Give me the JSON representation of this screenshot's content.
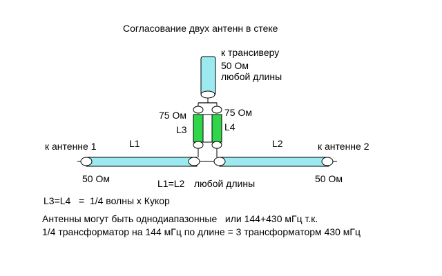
{
  "title": "Согласование двух антенн в стеке",
  "labels": {
    "to_transceiver": "к трансиверу",
    "feed_impedance": "50 Ом",
    "feed_any_length": "любой длины",
    "l3_impedance": "75 Ом",
    "l4_impedance": "75 Ом",
    "l3": "L3",
    "l4": "L4",
    "to_antenna_1": "к антенне 1",
    "to_antenna_2": "к антенне 2",
    "l1": "L1",
    "l2": "L2",
    "left_impedance": "50 Ом",
    "right_impedance": "50 Ом",
    "l1_eq_l2": "L1=L2",
    "l1_l2_any_length": "любой длины",
    "l3_eq_l4": "L3=L4   =  1/4 волны х Кукор"
  },
  "notes": [
    "Антенны могут быть однодиапазонные   или 144+430 мГц т.к.",
    "1/4 трансформатор на 144 мГц по длине = 3 трансформаторм 430 мГц"
  ],
  "colors": {
    "cable_50": "#9ceaf0",
    "cable_75": "#2fd64a",
    "outline": "#000000"
  }
}
